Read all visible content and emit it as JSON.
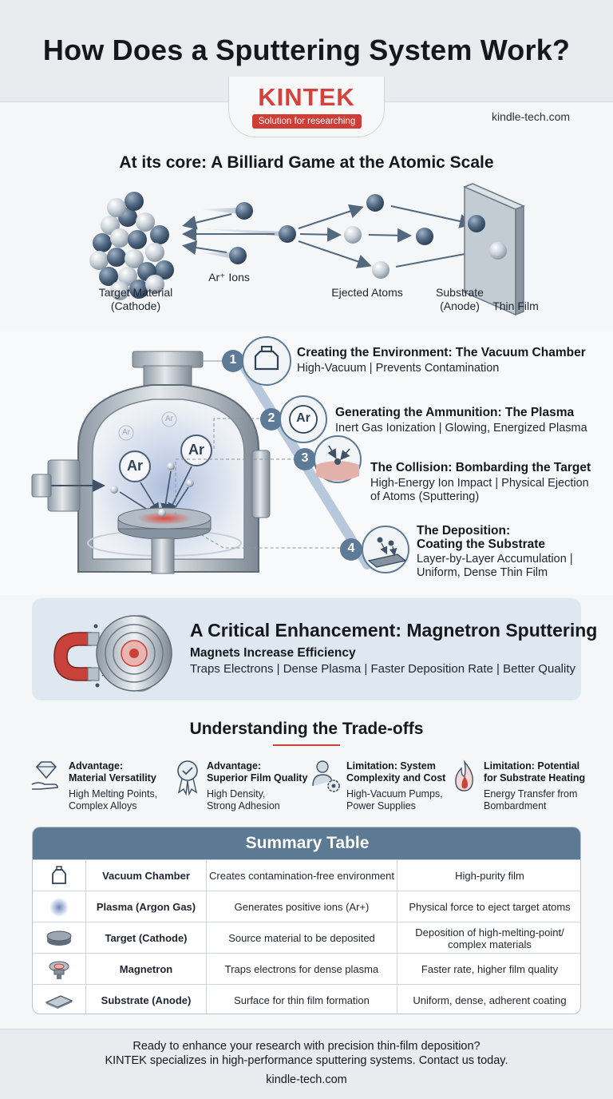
{
  "header": {
    "title": "How Does a Sputtering System Work?"
  },
  "brand": {
    "logo": "KINTEK",
    "tagline": "Solution for researching",
    "site": "kindle-tech.com",
    "accent_color": "#d8403a"
  },
  "section1": {
    "title": "At its core: A Billiard Game at the Atomic Scale",
    "labels": {
      "target_line1": "Target Material",
      "target_line2": "(Cathode)",
      "ions": "Ar⁺ Ions",
      "ejected": "Ejected Atoms",
      "substrate_line1": "Substrate",
      "substrate_line2": "(Anode)",
      "film": "Thin Film"
    }
  },
  "chamber": {
    "ar_labels": [
      "Ar",
      "Ar",
      "Ar",
      "Ar"
    ]
  },
  "steps": [
    {
      "num": "1",
      "title": "Creating the Environment: The Vacuum Chamber",
      "desc1": "High-Vacuum | Prevents Contamination",
      "desc2": ""
    },
    {
      "num": "2",
      "title": "Generating the Ammunition: The Plasma",
      "desc1": "Inert Gas Ionization | Glowing, Energized Plasma",
      "desc2": "",
      "icon_text": "Ar"
    },
    {
      "num": "3",
      "title": "The Collision: Bombarding the Target",
      "desc1": "High-Energy Ion Impact | Physical Ejection",
      "desc2": "of Atoms (Sputtering)"
    },
    {
      "num": "4",
      "title1": "The Deposition:",
      "title2": "Coating the Substrate",
      "desc1": "Layer-by-Layer Accumulation |",
      "desc2": "Uniform, Dense Thin Film"
    }
  ],
  "magnetron": {
    "title": "A Critical Enhancement: Magnetron Sputtering",
    "subtitle": "Magnets Increase Efficiency",
    "desc": "Traps Electrons | Dense Plasma | Faster Deposition Rate | Better Quality"
  },
  "tradeoffs": {
    "title": "Understanding the Trade-offs",
    "items": [
      {
        "icon": "diamond-hand-icon",
        "h1": "Advantage:",
        "h2": "Material Versatility",
        "d1": "High Melting Points,",
        "d2": "Complex Alloys"
      },
      {
        "icon": "award-ribbon-icon",
        "h1": "Advantage:",
        "h2": "Superior Film Quality",
        "d1": "High Density,",
        "d2": "Strong Adhesion"
      },
      {
        "icon": "person-gear-icon",
        "h1": "Limitation: System",
        "h2": "Complexity and Cost",
        "d1": "High-Vacuum Pumps,",
        "d2": "Power Supplies"
      },
      {
        "icon": "flame-icon",
        "h1": "Limitation: Potential",
        "h2": "for Substrate Heating",
        "d1": "Energy Transfer from",
        "d2": "Bombardment"
      }
    ]
  },
  "table": {
    "title": "Summary Table",
    "rows": [
      {
        "icon": "chamber-icon",
        "component": "Vacuum Chamber",
        "role": "Creates contamination-free environment",
        "result1": "High-purity film",
        "result2": ""
      },
      {
        "icon": "plasma-icon",
        "component": "Plasma (Argon Gas)",
        "role": "Generates positive ions (Ar+)",
        "result1": "Physical force to eject target atoms",
        "result2": ""
      },
      {
        "icon": "target-disc-icon",
        "component": "Target (Cathode)",
        "role": "Source material to be deposited",
        "result1": "Deposition of high-melting-point/",
        "result2": "complex materials"
      },
      {
        "icon": "magnetron-icon",
        "component": "Magnetron",
        "role": "Traps electrons for dense plasma",
        "result1": "Faster rate, higher film quality",
        "result2": ""
      },
      {
        "icon": "substrate-plate-icon",
        "component": "Substrate (Anode)",
        "role": "Surface for thin film formation",
        "result1": "Uniform, dense, adherent coating",
        "result2": ""
      }
    ]
  },
  "footer": {
    "line1": "Ready to enhance your research with precision thin-film deposition?",
    "line2": "KINTEK specializes in high-performance sputtering systems. Contact us today.",
    "site": "kindle-tech.com"
  }
}
